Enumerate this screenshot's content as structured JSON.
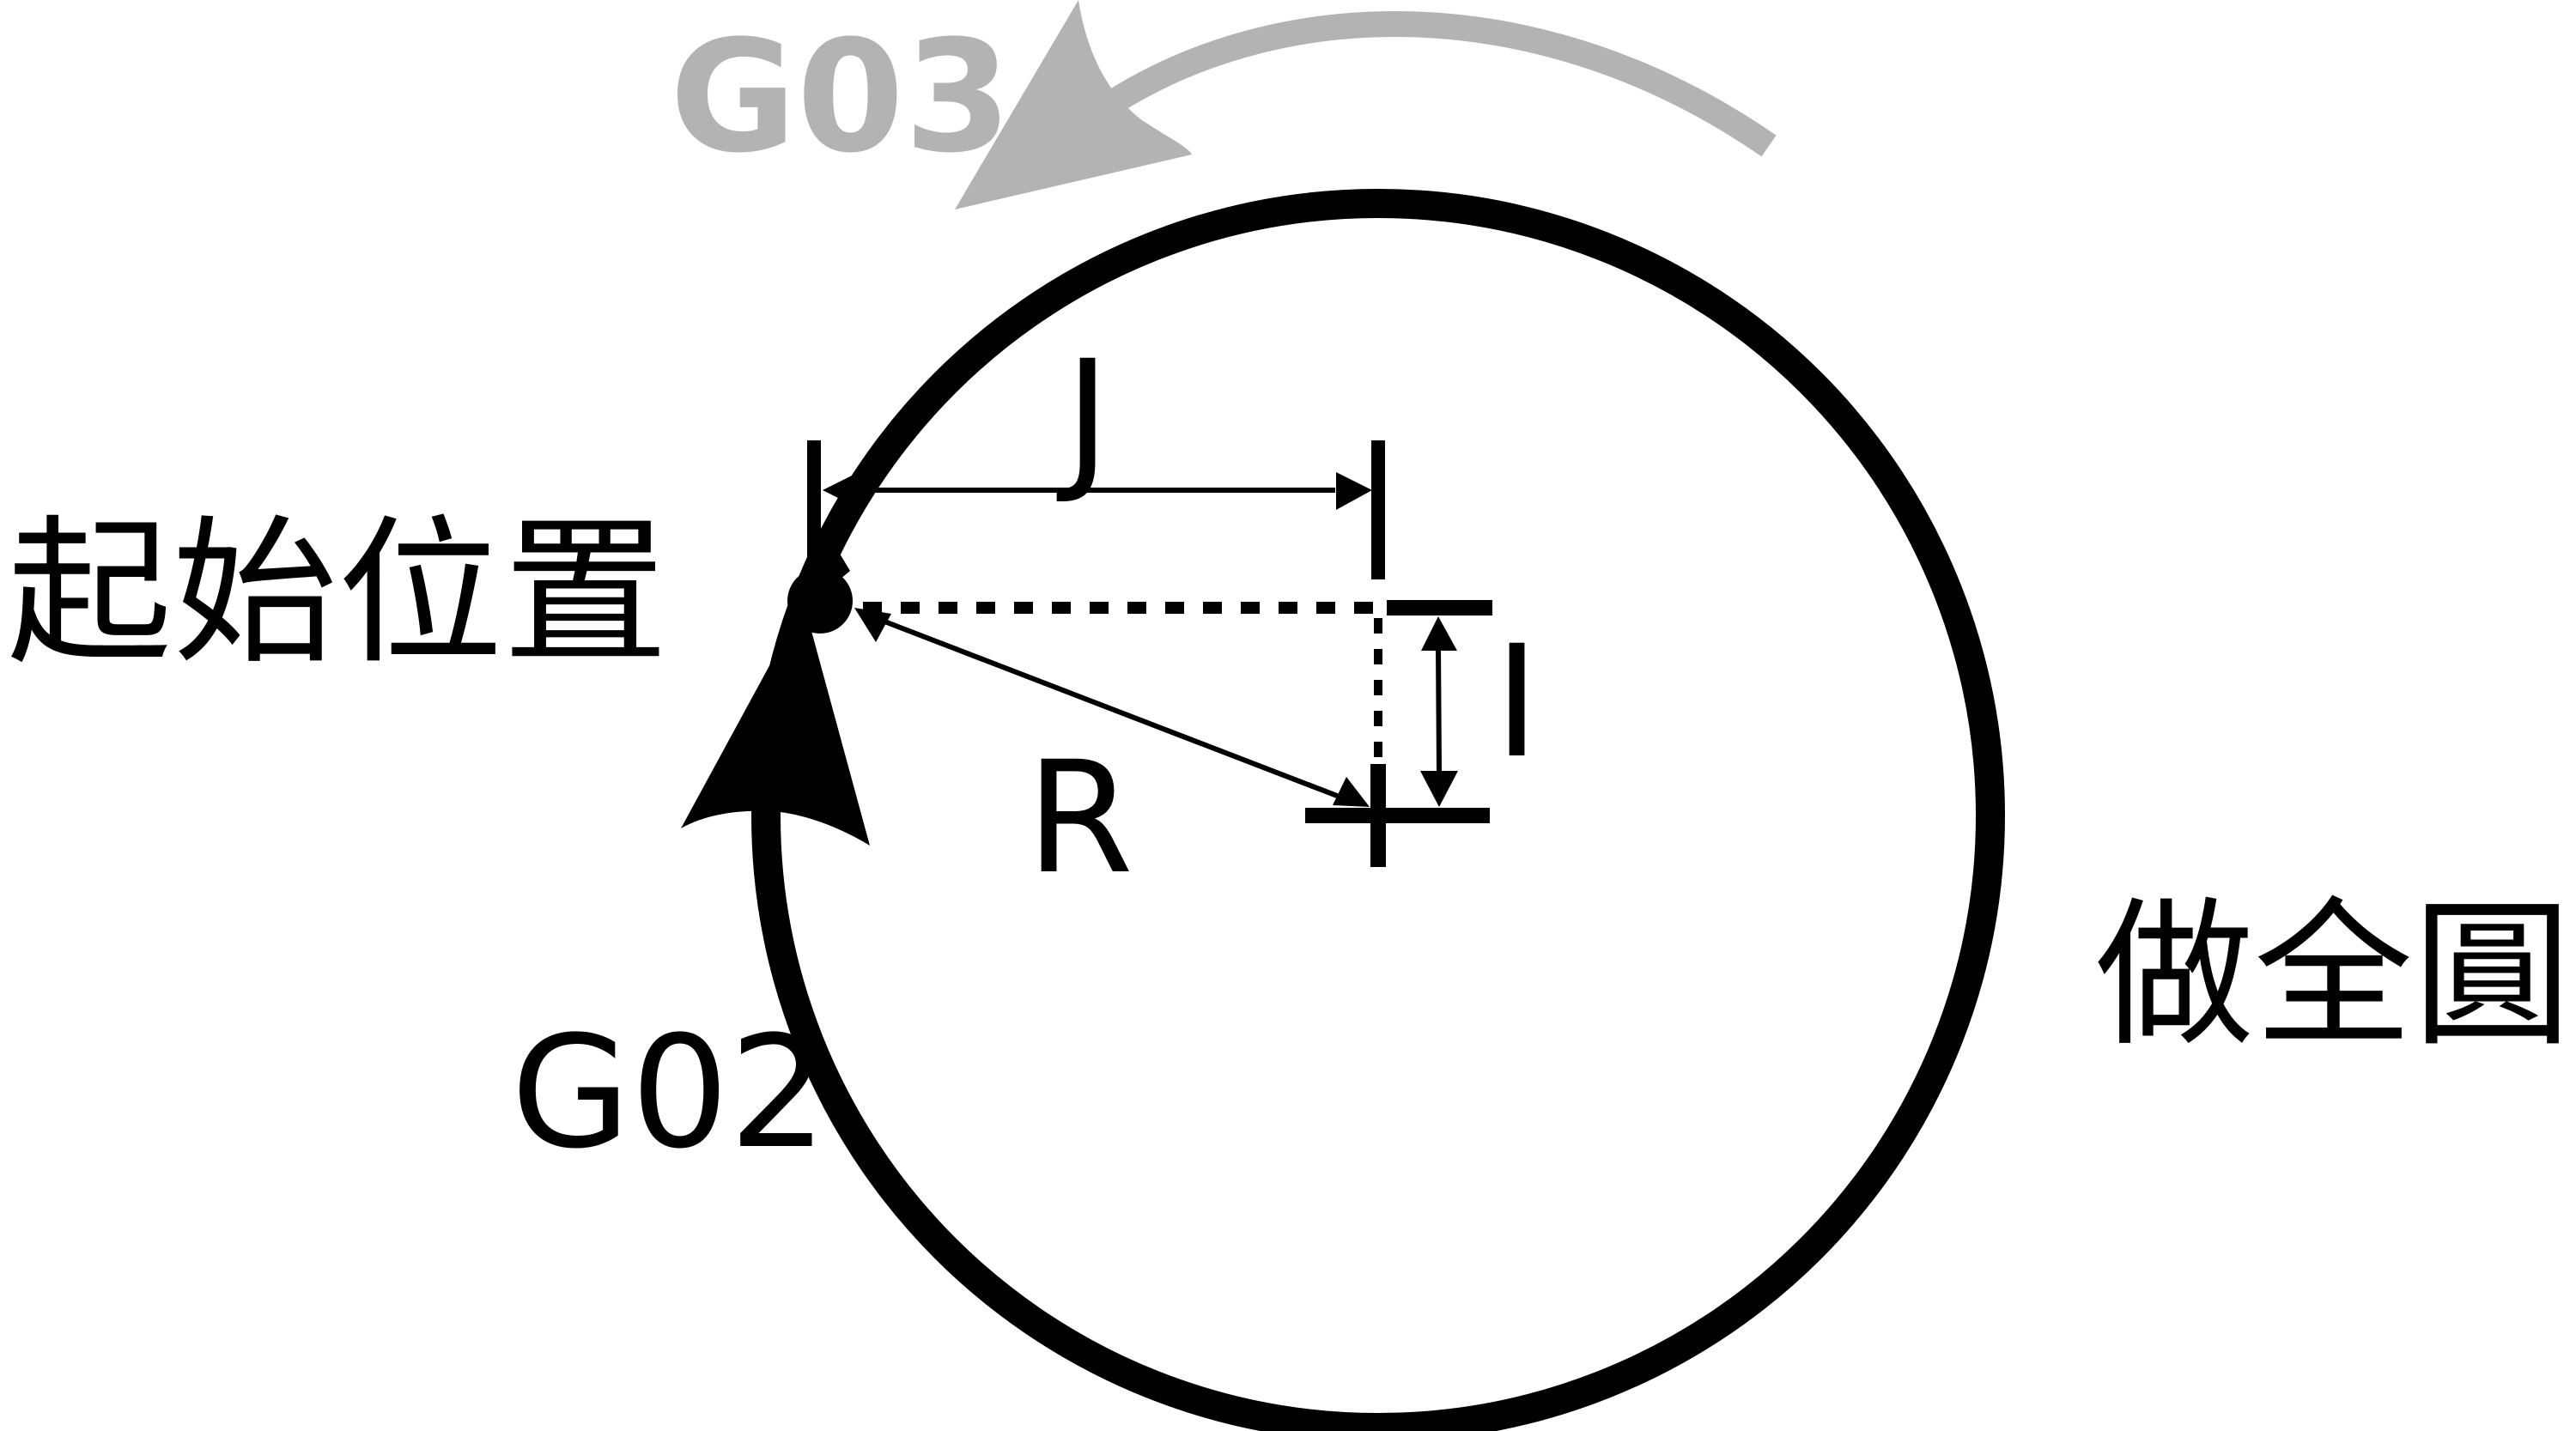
{
  "labels": {
    "g03": "G03",
    "g02": "G02",
    "j": "J",
    "i": "I",
    "r": "R",
    "start_position": "起始位置",
    "full_circle": "做全圓"
  },
  "colors": {
    "foreground": "#000000",
    "g03_arrow": "#b3b3b3",
    "background": "#ffffff"
  }
}
